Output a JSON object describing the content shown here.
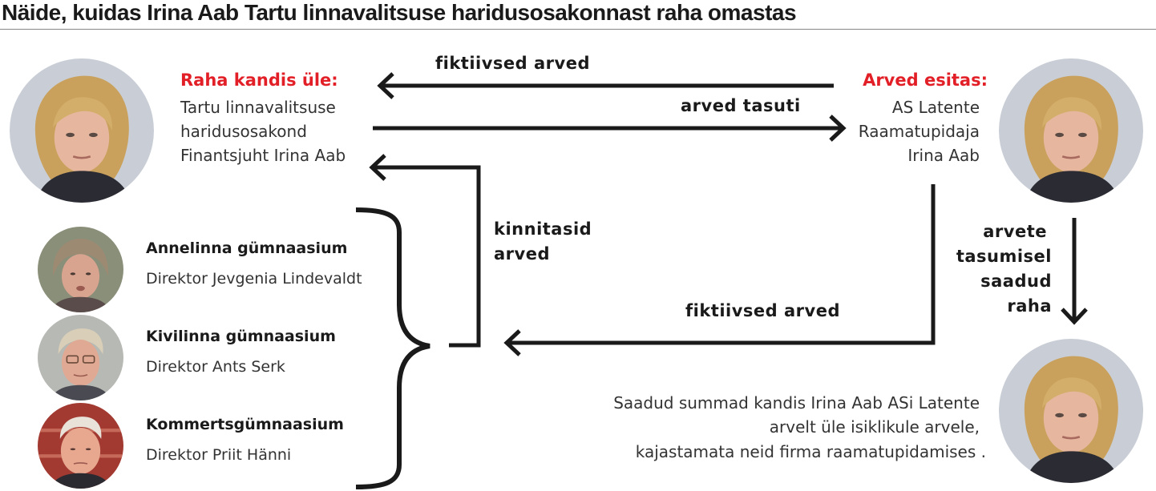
{
  "title": "Näide, kuidas Irina Aab Tartu linnavalitsuse haridusosakonnast raha omastas",
  "left_block": {
    "heading": "Raha kandis üle:",
    "lines": [
      "Tartu linnavalitsuse",
      "haridusosakond",
      "Finantsjuht Irina Aab"
    ]
  },
  "right_block": {
    "heading": "Arved esitas:",
    "lines": [
      "AS Latente",
      "Raamatupidaja",
      "Irina Aab"
    ]
  },
  "arrow_labels": {
    "top_left": "fiktiivsed arved",
    "top_right": "arved tasuti",
    "confirmed_line1": "kinnitasid",
    "confirmed_line2": "arved",
    "bottom": "fiktiivsed arved",
    "right_vertical": [
      "arvete",
      "tasumisel",
      "saadud",
      "raha"
    ]
  },
  "schools": [
    {
      "name": "Annelinna gümnaasium",
      "director": "Direktor Jevgenia Lindevaldt"
    },
    {
      "name": "Kivilinna gümnaasium",
      "director": "Direktor Ants Serk"
    },
    {
      "name": "Kommertsgümnaasium",
      "director": "Direktor Priit Hänni"
    }
  ],
  "bottom_text": [
    "Saadud summad kandis Irina Aab ASi Latente",
    "arvelt üle isiklikule arvele,",
    "kajastamata neid firma raamatupidamises ."
  ],
  "colors": {
    "accent_red": "#e21f26",
    "arrow": "#1a1a1a"
  }
}
